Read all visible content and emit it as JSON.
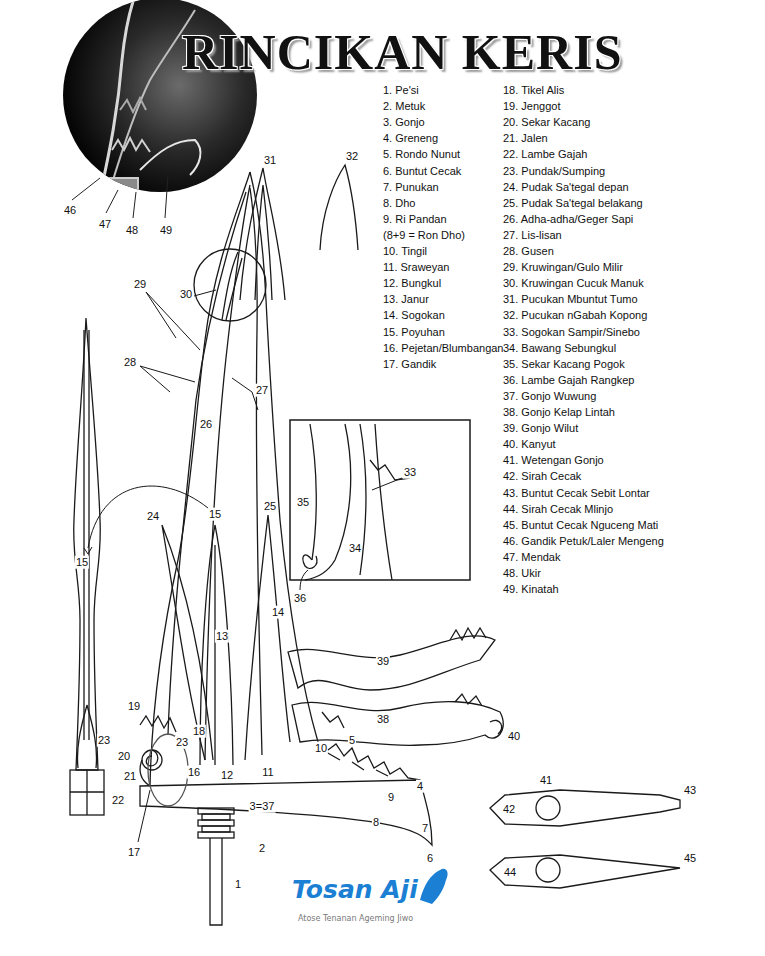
{
  "diagram": {
    "title": "RINCIKAN KERIS",
    "labels": [
      "1. Pe'si",
      "2. Metuk",
      "3. Gonjo",
      "4. Greneng",
      "5. Rondo Nunut",
      "6. Buntut Cecak",
      "7. Punukan",
      "8. Dho",
      "9. Ri Pandan",
      "(8+9 = Ron Dho)",
      "10. Tingil",
      "11. Sraweyan",
      "12. Bungkul",
      "13. Janur",
      "14. Sogokan",
      "15. Poyuhan",
      "16. Pejetan/Blumbangan",
      "17. Gandik",
      "18. Tikel Alis",
      "19. Jenggot",
      "20. Sekar Kacang",
      "21. Jalen",
      "22. Lambe Gajah",
      "23. Pundak/Sumping",
      "24. Pudak Sa'tegal depan",
      "25. Pudak Sa'tegal belakang",
      "26. Adha-adha/Geger Sapi",
      "27. Lis-lisan",
      "28. Gusen",
      "29. Kruwingan/Gulo Milir",
      "30. Kruwingan Cucuk Manuk",
      "31. Pucukan Mbuntut Tumo",
      "32. Pucukan nGabah Kopong",
      "33. Sogokan Sampir/Sinebo",
      "34. Bawang Sebungkul",
      "35. Sekar Kacang Pogok",
      "36. Lambe Gajah Rangkep",
      "37. Gonjo Wuwung",
      "38. Gonjo Kelap Lintah",
      "39. Gonjo Wilut",
      "40. Kanyut",
      "41. Wetengan Gonjo",
      "42. Sirah Cecak",
      "43. Buntut Cecak Sebit Lontar",
      "44. Sirah Cecak Mlinjo",
      "45. Buntut Cecak Nguceng Mati",
      "46. Gandik Petuk/Laler Mengeng",
      "47. Mendak",
      "48. Ukir",
      "49. Kinatah",
      "46",
      "47",
      "48",
      "49",
      "31",
      "32",
      "29",
      "30",
      "28",
      "27",
      "26",
      "24",
      "15",
      "25",
      "15",
      "13",
      "14",
      "19",
      "23",
      "20",
      "21",
      "22",
      "23",
      "18",
      "16",
      "12",
      "11",
      "10",
      "5",
      "4",
      "9",
      "8",
      "7",
      "6",
      "3=37",
      "2",
      "1",
      "17",
      "35",
      "33",
      "34",
      "36",
      "39",
      "38",
      "40",
      "41",
      "42",
      "43",
      "44",
      "45",
      "Tosan Aji",
      "Atose Tenanan Ageming Jiwo"
    ]
  }
}
